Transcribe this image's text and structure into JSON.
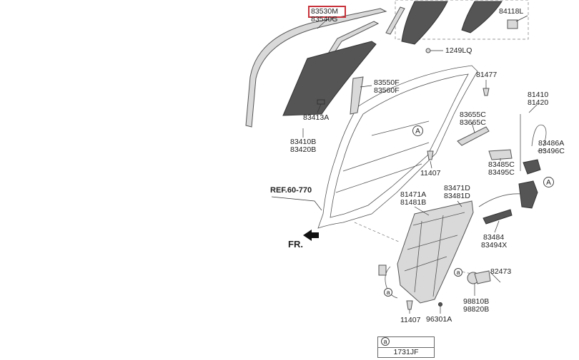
{
  "diagram": {
    "labels": [
      {
        "id": "83530M",
        "text": "83530M"
      },
      {
        "id": "83540G",
        "text": "83540G"
      },
      {
        "id": "84118L",
        "text": "84118L"
      },
      {
        "id": "1249LQ",
        "text": "1249LQ"
      },
      {
        "id": "81477",
        "text": "81477"
      },
      {
        "id": "83550F",
        "text": "83550F"
      },
      {
        "id": "83560F",
        "text": "83560F"
      },
      {
        "id": "81410",
        "text": "81410"
      },
      {
        "id": "81420",
        "text": "81420"
      },
      {
        "id": "83655C",
        "text": "83655C"
      },
      {
        "id": "83665C",
        "text": "83665C"
      },
      {
        "id": "83413A",
        "text": "83413A"
      },
      {
        "id": "83486A",
        "text": "83486A"
      },
      {
        "id": "83496C",
        "text": "83496C"
      },
      {
        "id": "83410B",
        "text": "83410B"
      },
      {
        "id": "83420B",
        "text": "83420B"
      },
      {
        "id": "83485C",
        "text": "83485C"
      },
      {
        "id": "83495C",
        "text": "83495C"
      },
      {
        "id": "11407a",
        "text": "11407"
      },
      {
        "id": "ref",
        "text": "REF.60-770"
      },
      {
        "id": "83471D",
        "text": "83471D"
      },
      {
        "id": "83481D",
        "text": "83481D"
      },
      {
        "id": "81471A",
        "text": "81471A"
      },
      {
        "id": "81481B",
        "text": "81481B"
      },
      {
        "id": "83484",
        "text": "83484"
      },
      {
        "id": "83494X",
        "text": "83494X"
      },
      {
        "id": "fr",
        "text": "FR."
      },
      {
        "id": "82473",
        "text": "82473"
      },
      {
        "id": "98810B",
        "text": "98810B"
      },
      {
        "id": "98820B",
        "text": "98820B"
      },
      {
        "id": "11407b",
        "text": "11407"
      },
      {
        "id": "96301A",
        "text": "96301A"
      }
    ],
    "callouts": {
      "A": "A",
      "a": "a"
    },
    "legend": {
      "symbol": "a",
      "code": "1731JF"
    },
    "highlighted_part": "83530M"
  }
}
